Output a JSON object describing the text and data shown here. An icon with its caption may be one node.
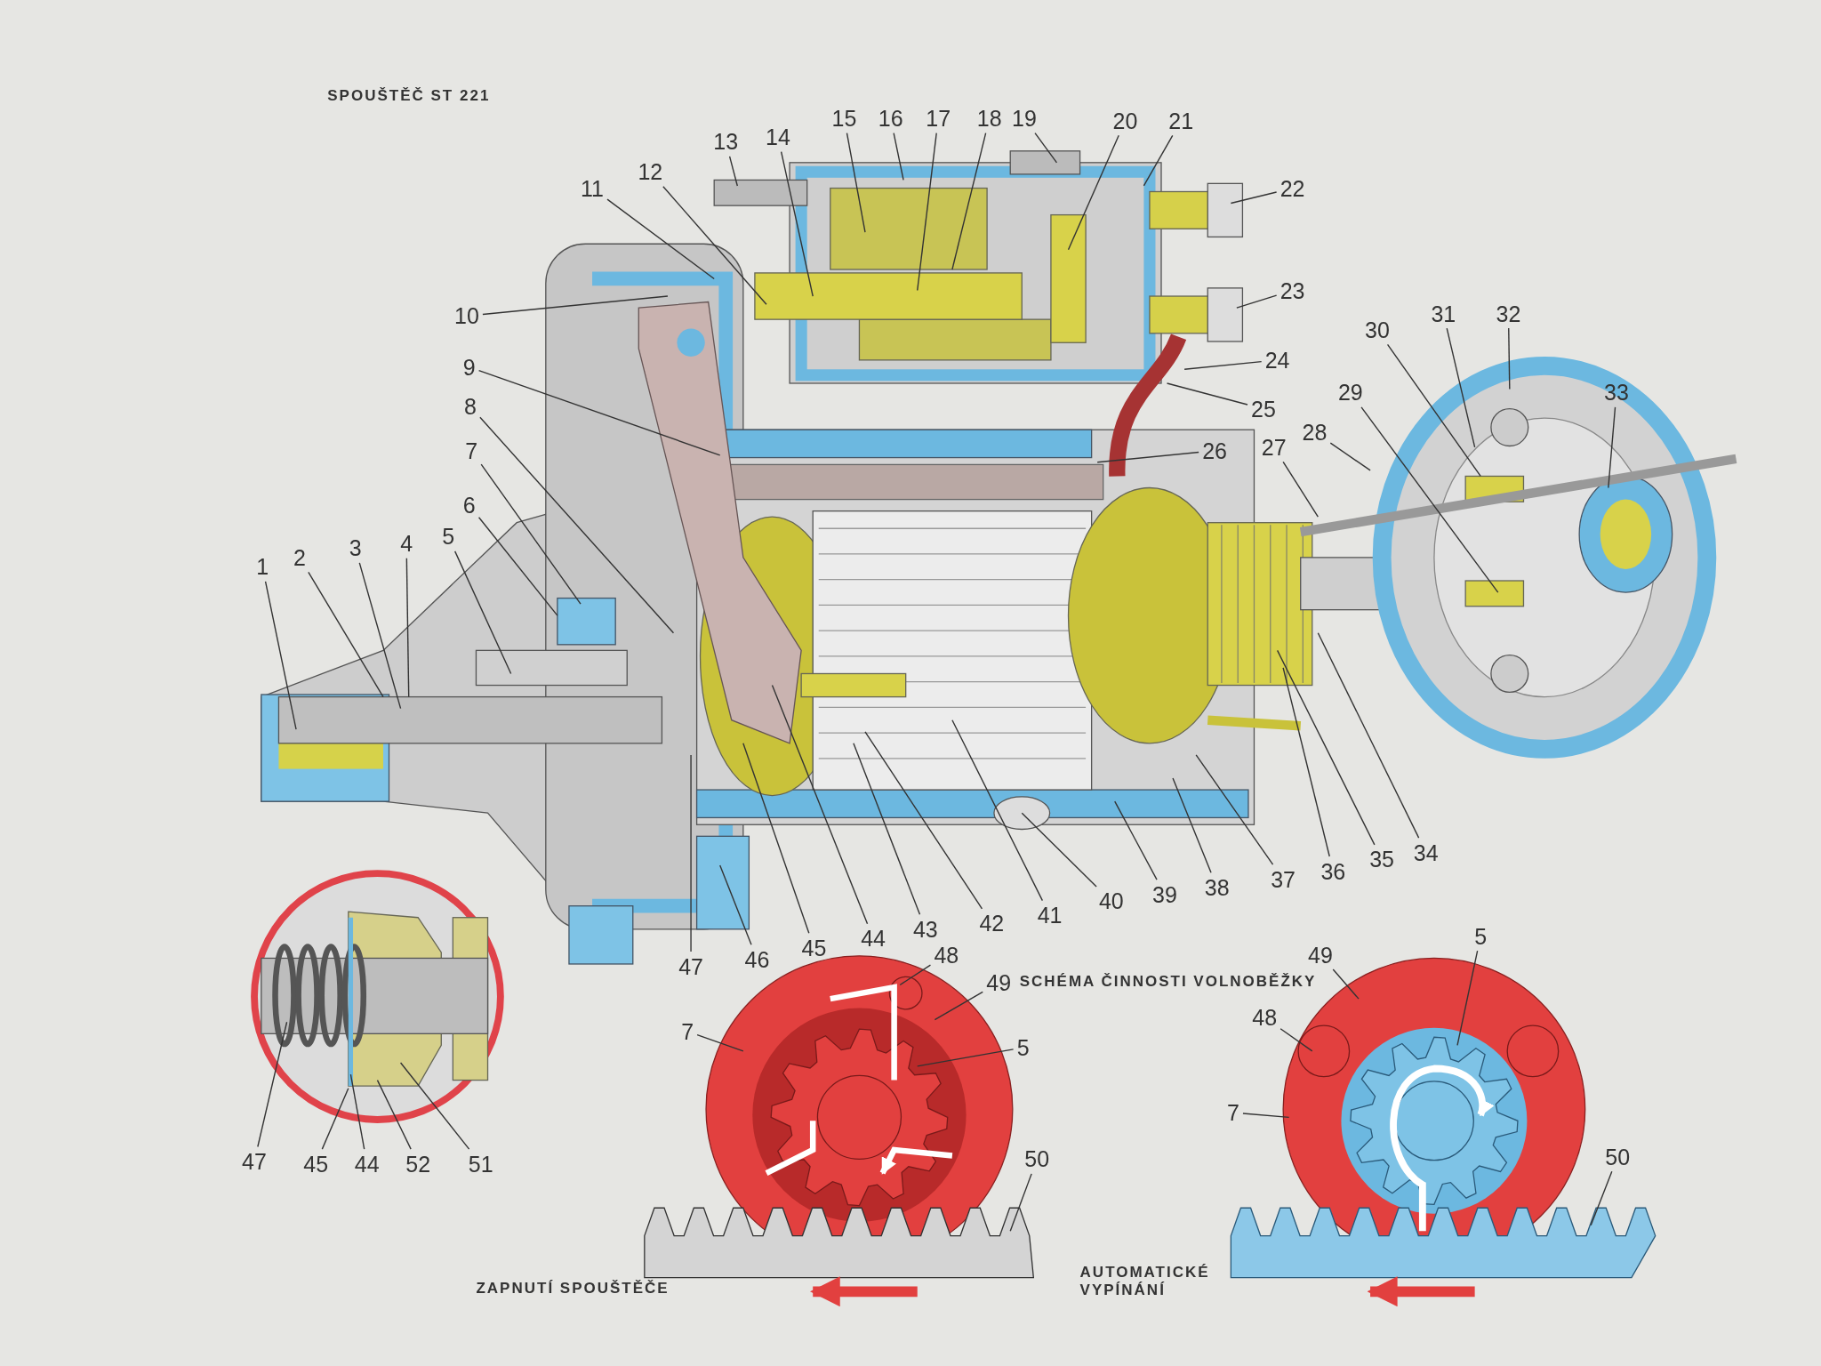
{
  "diagram": {
    "title": "SPOUŠTĚČ ST 221",
    "nodes": [
      {
        "text": [
          "1"
        ]
      },
      {
        "text": [
          "2"
        ]
      },
      {
        "text": [
          "3"
        ]
      },
      {
        "text": [
          "4"
        ]
      },
      {
        "text": [
          "5"
        ]
      },
      {
        "text": [
          "6"
        ]
      },
      {
        "text": [
          "7"
        ]
      },
      {
        "text": [
          "8"
        ]
      },
      {
        "text": [
          "9"
        ]
      },
      {
        "text": [
          "10"
        ]
      },
      {
        "text": [
          "11"
        ]
      },
      {
        "text": [
          "12"
        ]
      },
      {
        "text": [
          "13"
        ]
      },
      {
        "text": [
          "14"
        ]
      },
      {
        "text": [
          "15"
        ]
      },
      {
        "text": [
          "16"
        ]
      },
      {
        "text": [
          "17"
        ]
      },
      {
        "text": [
          "18"
        ]
      },
      {
        "text": [
          "19"
        ]
      },
      {
        "text": [
          "20"
        ]
      },
      {
        "text": [
          "21"
        ]
      },
      {
        "text": [
          "22"
        ]
      },
      {
        "text": [
          "23"
        ]
      },
      {
        "text": [
          "24"
        ]
      },
      {
        "text": [
          "25"
        ]
      },
      {
        "text": [
          "26"
        ]
      },
      {
        "text": [
          "27"
        ]
      },
      {
        "text": [
          "28"
        ]
      },
      {
        "text": [
          "29"
        ]
      },
      {
        "text": [
          "30"
        ]
      },
      {
        "text": [
          "31"
        ]
      },
      {
        "text": [
          "32"
        ]
      },
      {
        "text": [
          "33"
        ]
      },
      {
        "text": [
          "34"
        ]
      },
      {
        "text": [
          "35"
        ]
      },
      {
        "text": [
          "36"
        ]
      },
      {
        "text": [
          "37"
        ]
      },
      {
        "text": [
          "38"
        ]
      },
      {
        "text": [
          "39"
        ]
      },
      {
        "text": [
          "40"
        ]
      },
      {
        "text": [
          "41"
        ]
      },
      {
        "text": [
          "42"
        ]
      },
      {
        "text": [
          "43"
        ]
      },
      {
        "text": [
          "44"
        ]
      },
      {
        "text": [
          "45"
        ]
      },
      {
        "text": [
          "46"
        ]
      },
      {
        "text": [
          "47"
        ]
      },
      {
        "text": [
          "48"
        ]
      },
      {
        "text": [
          "49"
        ]
      },
      {
        "text": [
          "7"
        ]
      },
      {
        "text": [
          "5"
        ]
      },
      {
        "text": [
          "50"
        ]
      },
      {
        "text": [
          "47"
        ]
      },
      {
        "text": [
          "45"
        ]
      },
      {
        "text": [
          "44"
        ]
      },
      {
        "text": [
          "52"
        ]
      },
      {
        "text": [
          "51"
        ]
      },
      {
        "text": [
          "49"
        ]
      },
      {
        "text": [
          "5"
        ]
      },
      {
        "text": [
          "48"
        ]
      },
      {
        "text": [
          "7"
        ]
      },
      {
        "text": [
          "50"
        ]
      }
    ],
    "edges": [
      {
        "from": 0,
        "to": null,
        "arrow": "none"
      },
      {
        "from": 1,
        "to": null,
        "arrow": "none"
      },
      {
        "from": 2,
        "to": null,
        "arrow": "none"
      },
      {
        "from": 3,
        "to": null,
        "arrow": "none"
      },
      {
        "from": 4,
        "to": null,
        "arrow": "none"
      },
      {
        "from": 5,
        "to": null,
        "arrow": "none"
      },
      {
        "from": 6,
        "to": null,
        "arrow": "none"
      },
      {
        "from": 7,
        "to": null,
        "arrow": "none"
      },
      {
        "from": 8,
        "to": null,
        "arrow": "none"
      },
      {
        "from": 9,
        "to": null,
        "arrow": "none"
      },
      {
        "from": 10,
        "to": null,
        "arrow": "none"
      },
      {
        "from": 11,
        "to": null,
        "arrow": "none"
      },
      {
        "from": 12,
        "to": null,
        "arrow": "none"
      },
      {
        "from": 13,
        "to": null,
        "arrow": "none"
      },
      {
        "from": 14,
        "to": null,
        "arrow": "none"
      },
      {
        "from": 15,
        "to": null,
        "arrow": "none"
      },
      {
        "from": 16,
        "to": null,
        "arrow": "none"
      },
      {
        "from": 17,
        "to": null,
        "arrow": "none"
      },
      {
        "from": 18,
        "to": null,
        "arrow": "none"
      },
      {
        "from": 19,
        "to": null,
        "arrow": "none"
      },
      {
        "from": 20,
        "to": null,
        "arrow": "none"
      },
      {
        "from": 21,
        "to": null,
        "arrow": "none"
      },
      {
        "from": 22,
        "to": null,
        "arrow": "none"
      },
      {
        "from": 23,
        "to": null,
        "arrow": "none"
      },
      {
        "from": 24,
        "to": null,
        "arrow": "none"
      },
      {
        "from": 25,
        "to": null,
        "arrow": "none"
      },
      {
        "from": 26,
        "to": null,
        "arrow": "none"
      },
      {
        "from": 27,
        "to": null,
        "arrow": "none"
      },
      {
        "from": 28,
        "to": null,
        "arrow": "none"
      },
      {
        "from": 29,
        "to": null,
        "arrow": "none"
      },
      {
        "from": 30,
        "to": null,
        "arrow": "none"
      },
      {
        "from": 31,
        "to": null,
        "arrow": "none"
      },
      {
        "from": 32,
        "to": null,
        "arrow": "none"
      },
      {
        "from": 33,
        "to": null,
        "arrow": "none"
      },
      {
        "from": 34,
        "to": null,
        "arrow": "none"
      },
      {
        "from": 35,
        "to": null,
        "arrow": "none"
      },
      {
        "from": 36,
        "to": null,
        "arrow": "none"
      },
      {
        "from": 37,
        "to": null,
        "arrow": "none"
      },
      {
        "from": 38,
        "to": null,
        "arrow": "none"
      },
      {
        "from": 39,
        "to": null,
        "arrow": "none"
      },
      {
        "from": 40,
        "to": null,
        "arrow": "none"
      },
      {
        "from": 41,
        "to": null,
        "arrow": "none"
      },
      {
        "from": 42,
        "to": null,
        "arrow": "none"
      },
      {
        "from": 43,
        "to": null,
        "arrow": "none"
      },
      {
        "from": 44,
        "to": null,
        "arrow": "none"
      },
      {
        "from": 45,
        "to": null,
        "arrow": "none"
      },
      {
        "from": 46,
        "to": null,
        "arrow": "none"
      },
      {
        "from": 47,
        "to": null,
        "arrow": "none"
      },
      {
        "from": 48,
        "to": null,
        "arrow": "none"
      },
      {
        "from": 49,
        "to": null,
        "arrow": "none"
      },
      {
        "from": 50,
        "to": null,
        "arrow": "none"
      },
      {
        "from": 51,
        "to": null,
        "arrow": "none"
      },
      {
        "from": 52,
        "to": null,
        "arrow": "none"
      },
      {
        "from": 53,
        "to": null,
        "arrow": "none"
      },
      {
        "from": 54,
        "to": null,
        "arrow": "none"
      },
      {
        "from": 55,
        "to": null,
        "arrow": "none"
      },
      {
        "from": 56,
        "to": null,
        "arrow": "none"
      },
      {
        "from": 57,
        "to": null,
        "arrow": "none"
      },
      {
        "from": 58,
        "to": null,
        "arrow": "none"
      },
      {
        "from": 59,
        "to": null,
        "arrow": "none"
      },
      {
        "from": 60,
        "to": null,
        "arrow": "none"
      },
      {
        "from": 61,
        "to": null,
        "arrow": "none"
      }
    ],
    "labels": [
      "SCHÉMA ČINNOSTI VOLNOBĚŽKY",
      "ZAPNUTÍ SPOUŠTĚČE",
      "AUTOMATICKÉ VYPÍNÁNÍ"
    ]
  }
}
